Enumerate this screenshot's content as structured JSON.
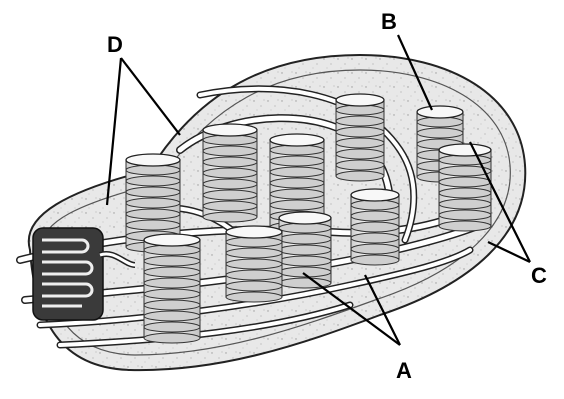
{
  "labels": {
    "a": "A",
    "b": "B",
    "c": "C",
    "d": "D"
  },
  "colors": {
    "stroma": "#e9e9e9",
    "outline": "#222222",
    "disc_fill": "#f5f5f5",
    "disc_shade": "#bdbdbd",
    "membrane": "#ffffff",
    "lumen_dark": "#3a3a3a",
    "label": "#000000"
  }
}
